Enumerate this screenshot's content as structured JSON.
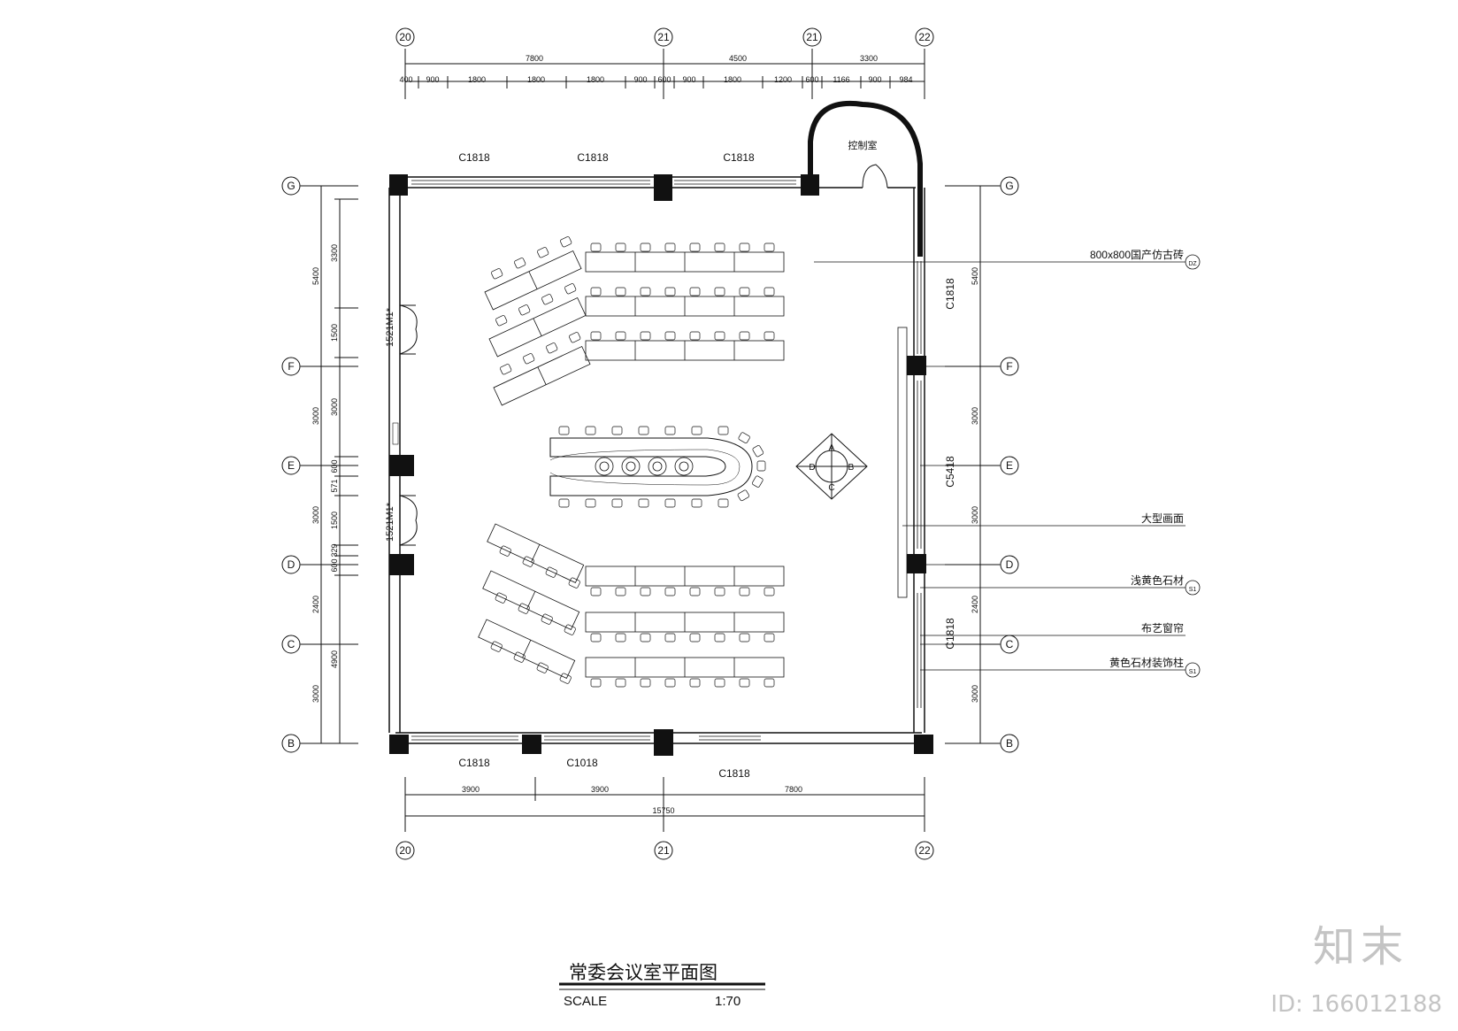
{
  "title": "常委会议室平面图",
  "scale_label": "SCALE",
  "scale_value": "1:70",
  "control_room": "控制室",
  "watermark": {
    "logo": "知末",
    "id": "ID: 166012188"
  },
  "axes_top": [
    "20",
    "21",
    "21",
    "22"
  ],
  "axes_bottom": [
    "20",
    "21",
    "22"
  ],
  "axes_side": [
    "G",
    "F",
    "E",
    "D",
    "C",
    "B"
  ],
  "top_dims_major": [
    "7800",
    "4500",
    "3300"
  ],
  "top_dims_minor": [
    "400",
    "900",
    "1800",
    "1800",
    "1800",
    "900",
    "600",
    "900",
    "1800",
    "1200",
    "600",
    "1166",
    "900",
    "984"
  ],
  "bottom_dims": [
    "3900",
    "3900",
    "7800"
  ],
  "bottom_total": "15750",
  "left_dims_outer": [
    "5400",
    "3000",
    "3000",
    "2400",
    "3000"
  ],
  "left_dims_inner": [
    "3300",
    "1500",
    "3000",
    "600",
    "571",
    "1500",
    "329",
    "600",
    "4900"
  ],
  "right_dims": [
    "5400",
    "3000",
    "3000",
    "2400",
    "3000"
  ],
  "windows_top": [
    "C1818",
    "C1818",
    "C1818"
  ],
  "windows_bottom": [
    "C1818",
    "C1018",
    "C1818"
  ],
  "window_right_1": "C1818",
  "window_right_2": "C5418",
  "window_right_3": "C1818",
  "doors": [
    "1521M1*",
    "1521M1*"
  ],
  "compass": [
    "A",
    "B",
    "C",
    "D"
  ],
  "callouts": [
    {
      "text": "800x800国产仿古砖",
      "tag": "DZ"
    },
    {
      "text": "大型画面",
      "tag": ""
    },
    {
      "text": "浅黄色石材",
      "tag": "S1"
    },
    {
      "text": "布艺窗帘",
      "tag": ""
    },
    {
      "text": "黄色石材装饰柱",
      "tag": "S1"
    }
  ]
}
